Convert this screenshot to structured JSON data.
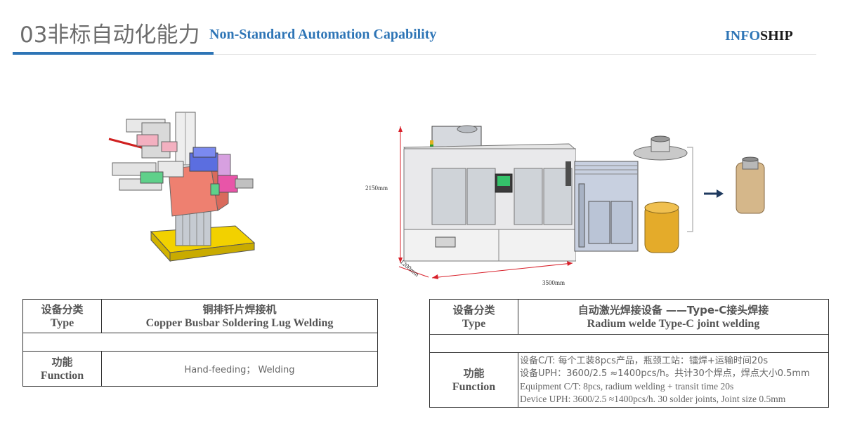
{
  "header": {
    "title_cn": "03非标自动化能力",
    "title_en": "Non-Standard Automation  Capability",
    "brand_part1": "INFO",
    "brand_part2": "SHIP"
  },
  "left_table": {
    "type_label_cn": "设备分类",
    "type_label_en": "Type",
    "type_value_cn": "铜排钎片焊接机",
    "type_value_en": "Copper Busbar  Soldering Lug Welding",
    "function_label_cn": "功能",
    "function_label_en": "Function",
    "function_value": "Hand-feeding；  Welding"
  },
  "right_table": {
    "type_label_cn": "设备分类",
    "type_label_en": "Type",
    "type_value_cn": "自动激光焊接设备 ——Type-C接头焊接",
    "type_value_en": "Radium welde  Type-C joint welding",
    "function_label_cn": "功能",
    "function_label_en": "Function",
    "function_lines": [
      "设备C/T:  每个工装8pcs产品，瓶颈工站：镭焊+运输时间20s",
      "设备UPH：3600/2.5 ≈1400pcs/h。共计30个焊点，焊点大小0.5mm",
      "Equipment C/T: 8pcs, radium welding + transit time 20s",
      "Device UPH: 3600/2.5 ≈1400pcs/h. 30 solder joints, Joint size 0.5mm"
    ]
  },
  "machine_dims": {
    "height": "2150mm",
    "depth": "1200mm",
    "width": "3500mm"
  },
  "colors": {
    "accent": "#2e75b6",
    "title_grey": "#6d6d6d",
    "arrow": "#1f3a5f"
  }
}
